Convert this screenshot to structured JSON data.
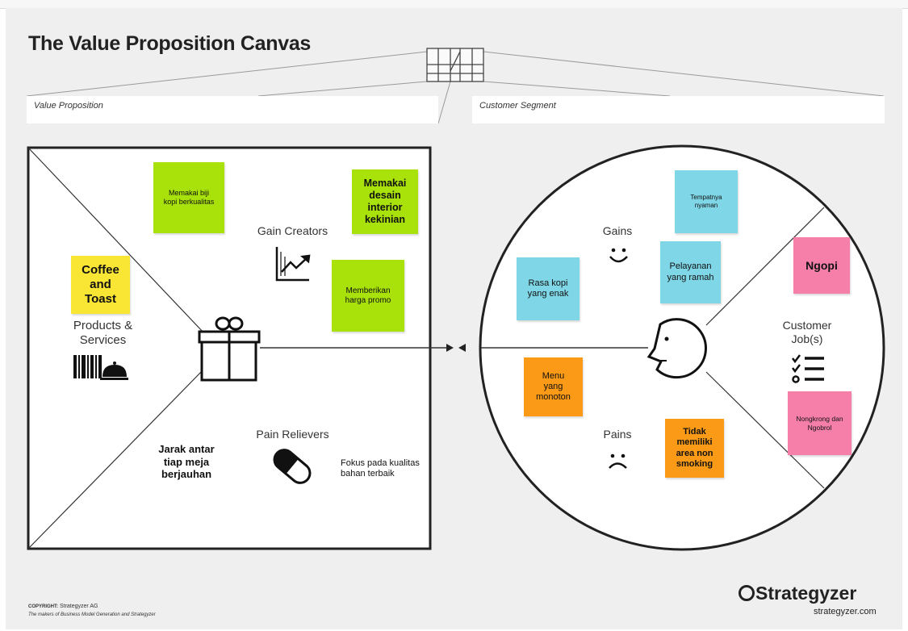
{
  "title": "The Value Proposition Canvas",
  "value_proposition_label": "Value Proposition",
  "customer_segment_label": "Customer Segment",
  "sections": {
    "gain_creators": "Gain Creators",
    "products_services": "Products & Services",
    "pain_relievers": "Pain Relievers",
    "gains": "Gains",
    "pains": "Pains",
    "customer_jobs": "Customer Job(s)"
  },
  "notes": {
    "biji_kopi": "Memakai biji kopi berkualitas",
    "desain": "Memakai desain interior kekinian",
    "harga_promo": "Memberikan harga promo",
    "coffee_toast": "Coffee and Toast",
    "jarak": "Jarak antar tiap meja berjauhan",
    "fokus": "Fokus pada kualitas bahan terbaik",
    "tempatnya": "Tempatnya nyaman",
    "pelayanan": "Pelayanan yang ramah",
    "rasa_kopi": "Rasa kopi yang enak",
    "menu": "Menu yang monoton",
    "tidak_smoking": "Tidak memiliki area non smoking",
    "ngopi": "Ngopi",
    "nongkrong": "Nongkrong dan Ngobrol"
  },
  "footer": {
    "copyright_label": "COPYRIGHT:",
    "copyright_owner": "Strategyzer AG",
    "tagline": "The makers of Business Model Generation and Strategyzer",
    "brand": "Strategyzer",
    "url": "strategyzer.com"
  },
  "colors": {
    "green": "#a8e20a",
    "yellow": "#f9e534",
    "blue": "#7fd6e6",
    "pink": "#f57fa8",
    "orange": "#fa9a16"
  },
  "icons": [
    "gift-icon",
    "chart-up-icon",
    "pill-icon",
    "barcode-service-icon",
    "smile-icon",
    "frown-icon",
    "face-icon",
    "checklist-icon",
    "strategyzer-logo-icon"
  ]
}
